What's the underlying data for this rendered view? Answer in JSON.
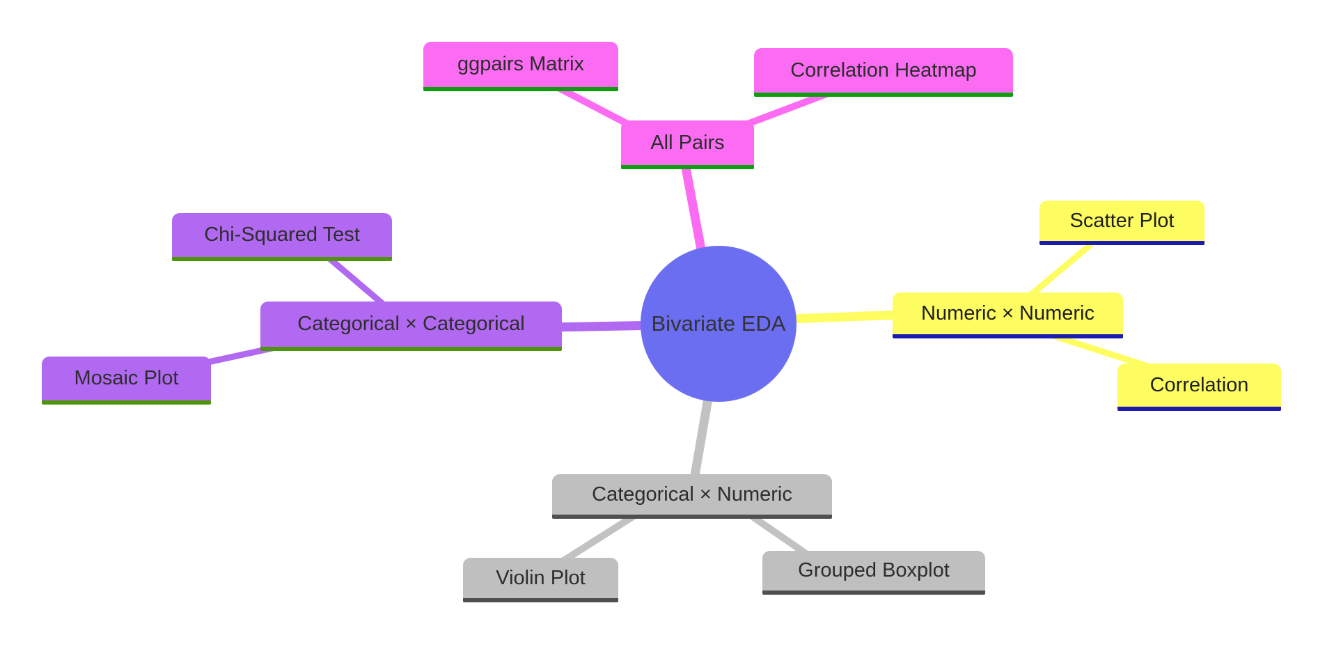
{
  "diagram": {
    "type": "mindmap",
    "root": {
      "label": "Bivariate EDA",
      "color": "#6c6ef2"
    },
    "branches": [
      {
        "name": "all-pairs",
        "label": "All Pairs",
        "fill_color": "#fb6cf3",
        "underline_color": "#0f9d10",
        "children": [
          {
            "label": "ggpairs Matrix"
          },
          {
            "label": "Correlation Heatmap"
          }
        ]
      },
      {
        "name": "categorical-categorical",
        "label": "Categorical × Categorical",
        "fill_color": "#b169f1",
        "underline_color": "#4e9507",
        "children": [
          {
            "label": "Chi-Squared Test"
          },
          {
            "label": "Mosaic Plot"
          }
        ]
      },
      {
        "name": "numeric-numeric",
        "label": "Numeric × Numeric",
        "fill_color": "#fdfd62",
        "underline_color": "#1b1bb0",
        "children": [
          {
            "label": "Scatter Plot"
          },
          {
            "label": "Correlation"
          }
        ]
      },
      {
        "name": "categorical-numeric",
        "label": "Categorical × Numeric",
        "fill_color": "#bfbfbf",
        "underline_color": "#4f4f4f",
        "children": [
          {
            "label": "Violin Plot"
          },
          {
            "label": "Grouped Boxplot"
          }
        ]
      }
    ]
  }
}
